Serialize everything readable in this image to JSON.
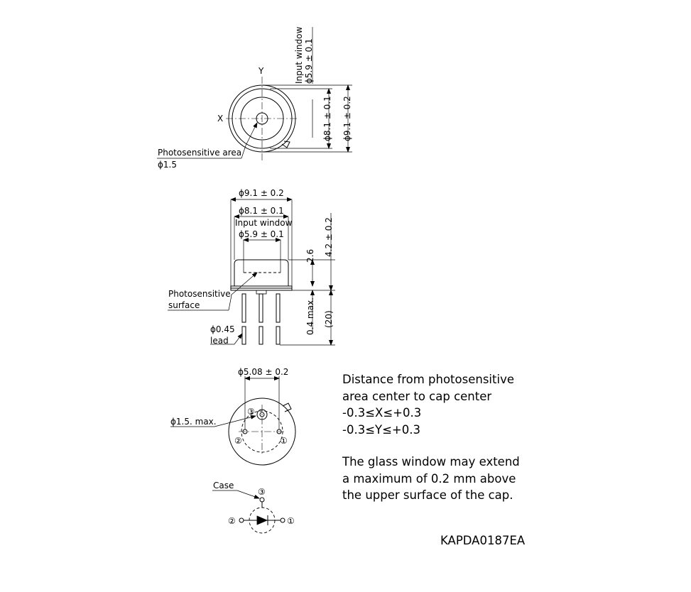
{
  "top_view": {
    "y_axis": "Y",
    "x_axis": "X",
    "input_window_label": "Input window",
    "input_window_dim": "ϕ5.9 ± 0.1",
    "inner_dim": "ϕ8.1 ± 0.1",
    "outer_dim": "ϕ9.1 ± 0.2",
    "photosensitive_area_label": "Photosensitive area",
    "photosensitive_area_dim": "ϕ1.5"
  },
  "side_view": {
    "outer_dim": "ϕ9.1 ± 0.2",
    "inner_dim": "ϕ8.1 ± 0.1",
    "input_window_label": "Input window",
    "input_window_dim": "ϕ5.9 ± 0.1",
    "height_2_6": "2.6",
    "height_total": "4.2 ± 0.2",
    "flange_dim": "0.4 max.",
    "lead_length": "(20)",
    "surface_label_1": "Photosensitive",
    "surface_label_2": "surface",
    "lead_dim": "ϕ0.45",
    "lead_label": "lead"
  },
  "bottom_view": {
    "pitch_dim": "ϕ5.08 ± 0.2",
    "pin_dim": "ϕ1.5. max.",
    "pin3": "③",
    "pin2": "②",
    "pin1": "①"
  },
  "schematic": {
    "case_label": "Case",
    "pin3": "③",
    "pin2": "②",
    "pin1": "①"
  },
  "notes": {
    "line1": "Distance from photosensitive",
    "line2": "area center to cap center",
    "line3": "-0.3≤X≤+0.3",
    "line4": "-0.3≤Y≤+0.3",
    "line5": "The glass window may extend",
    "line6": "a maximum of 0.2 mm above",
    "line7": "the upper surface of the cap."
  },
  "drawing_code": "KAPDA0187EA"
}
